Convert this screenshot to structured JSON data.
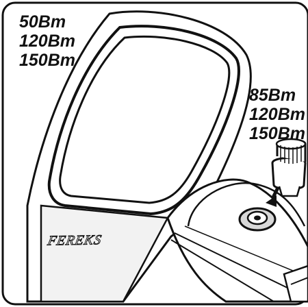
{
  "labels_left": [
    "50Bm",
    "120Bm",
    "150Bm"
  ],
  "labels_right": [
    "85Bm",
    "120Bm",
    "150Bm"
  ],
  "brand_text": "FEREKS",
  "colors": {
    "ink": "#111111",
    "paper": "#ffffff",
    "shade": "#d8d8d8"
  }
}
